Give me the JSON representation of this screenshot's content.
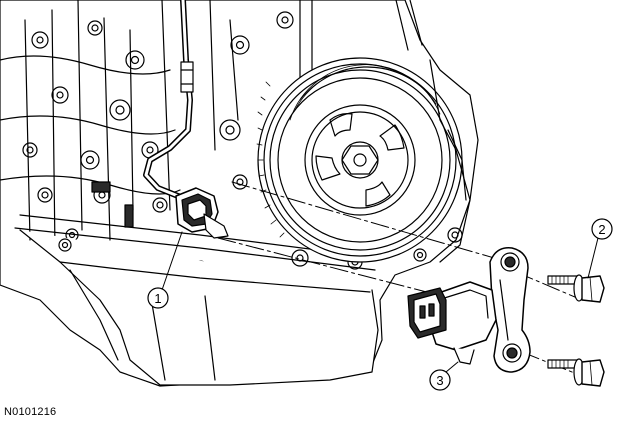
{
  "figure": {
    "id_label": "N0101216",
    "callouts": [
      {
        "number": "1",
        "part": "sensor-connector"
      },
      {
        "number": "2",
        "part": "mounting-bolt"
      },
      {
        "number": "3",
        "part": "crankshaft-position-sensor"
      }
    ]
  },
  "colors": {
    "line": "#000000",
    "fill": "#ffffff",
    "shade": "#2a2a2a",
    "background": "#ffffff"
  }
}
